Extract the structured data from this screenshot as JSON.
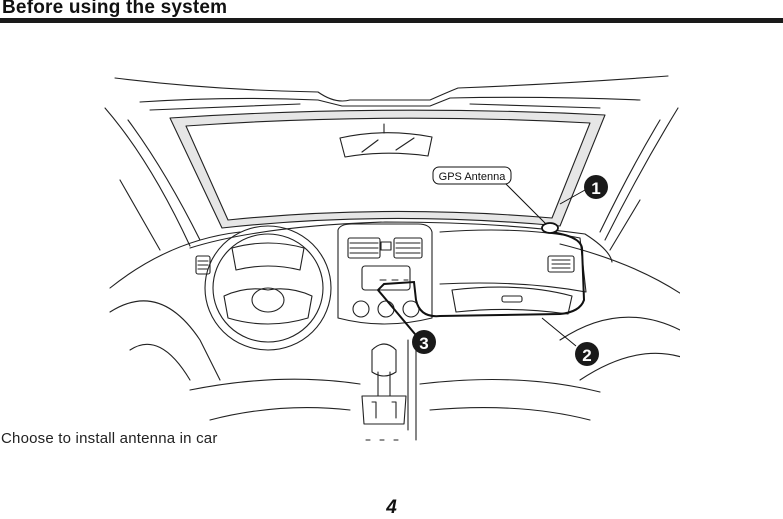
{
  "header": {
    "title": "Before using the system"
  },
  "figure": {
    "antenna_label": "GPS Antenna",
    "markers": [
      "1",
      "2",
      "3"
    ]
  },
  "caption": "Choose to install antenna in car",
  "page_number": "4"
}
